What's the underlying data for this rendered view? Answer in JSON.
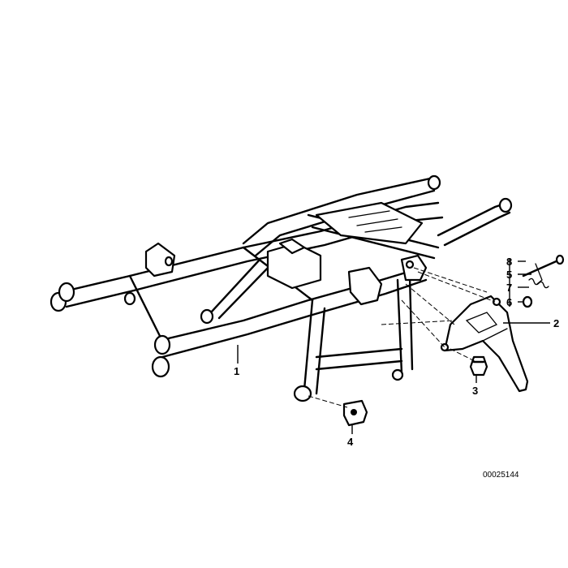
{
  "labels": {
    "part1": "1",
    "part2": "2",
    "part3": "3",
    "part4": "4",
    "part5": "5",
    "part6": "6",
    "part7": "7",
    "part8": "8"
  },
  "diagram_code": "00025144"
}
